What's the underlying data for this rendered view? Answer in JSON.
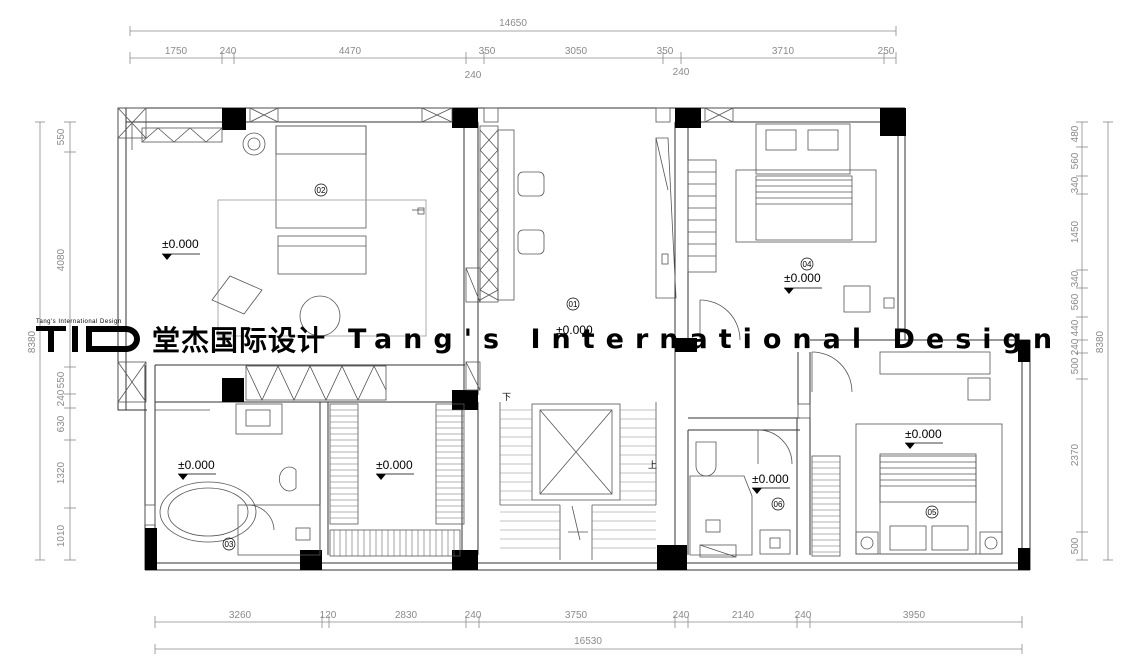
{
  "watermark": {
    "small_text": "Tang's International Design",
    "logo": "TID",
    "chinese_name": "堂杰国际设计",
    "english_name": "Tang's International Design"
  },
  "dims": {
    "top_total": "14650",
    "top_segments": [
      "1750",
      "240",
      "4470",
      "350",
      "3050",
      "350",
      "3710",
      "250"
    ],
    "top_extra": [
      "240",
      "240"
    ],
    "bottom_segments": [
      "3260",
      "120",
      "2830",
      "240",
      "3750",
      "240",
      "2140",
      "240",
      "3950"
    ],
    "bottom_total": "16530",
    "left_segments": [
      "550",
      "4080",
      "550",
      "240",
      "630",
      "1320",
      "1010"
    ],
    "left_total": "8380",
    "right_segments": [
      "480",
      "560",
      "340",
      "1450",
      "340",
      "560",
      "440",
      "240",
      "500",
      "2370",
      "500"
    ],
    "right_total": "8380"
  },
  "levels": [
    "±0.000",
    "±0.000",
    "±0.000",
    "±0.000",
    "±0.000",
    "±0.000",
    "±0.000"
  ],
  "rooms": [
    "02",
    "01",
    "04",
    "03",
    "06",
    "05"
  ],
  "stair_labels": {
    "down": "下",
    "up": "上"
  },
  "colors": {
    "wall": "#000000",
    "line": "#555555",
    "dimension": "#8a8a8a",
    "hatch": "#666666"
  }
}
